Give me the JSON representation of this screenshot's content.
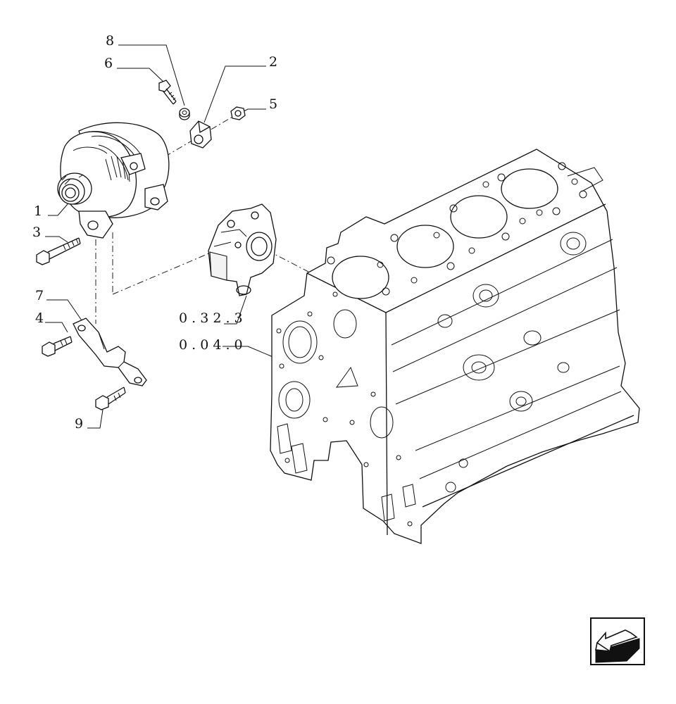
{
  "diagram": {
    "callouts": {
      "c1": "1",
      "c2": "2",
      "c3": "3",
      "c4": "4",
      "c5": "5",
      "c6": "6",
      "c7": "7",
      "c8": "8",
      "c9": "9"
    },
    "references": {
      "r1": "0 . 3 2 . 3",
      "r2": "0 . 0 4 . 0"
    }
  },
  "nav": {
    "icon": "next-page-arrow-icon"
  }
}
